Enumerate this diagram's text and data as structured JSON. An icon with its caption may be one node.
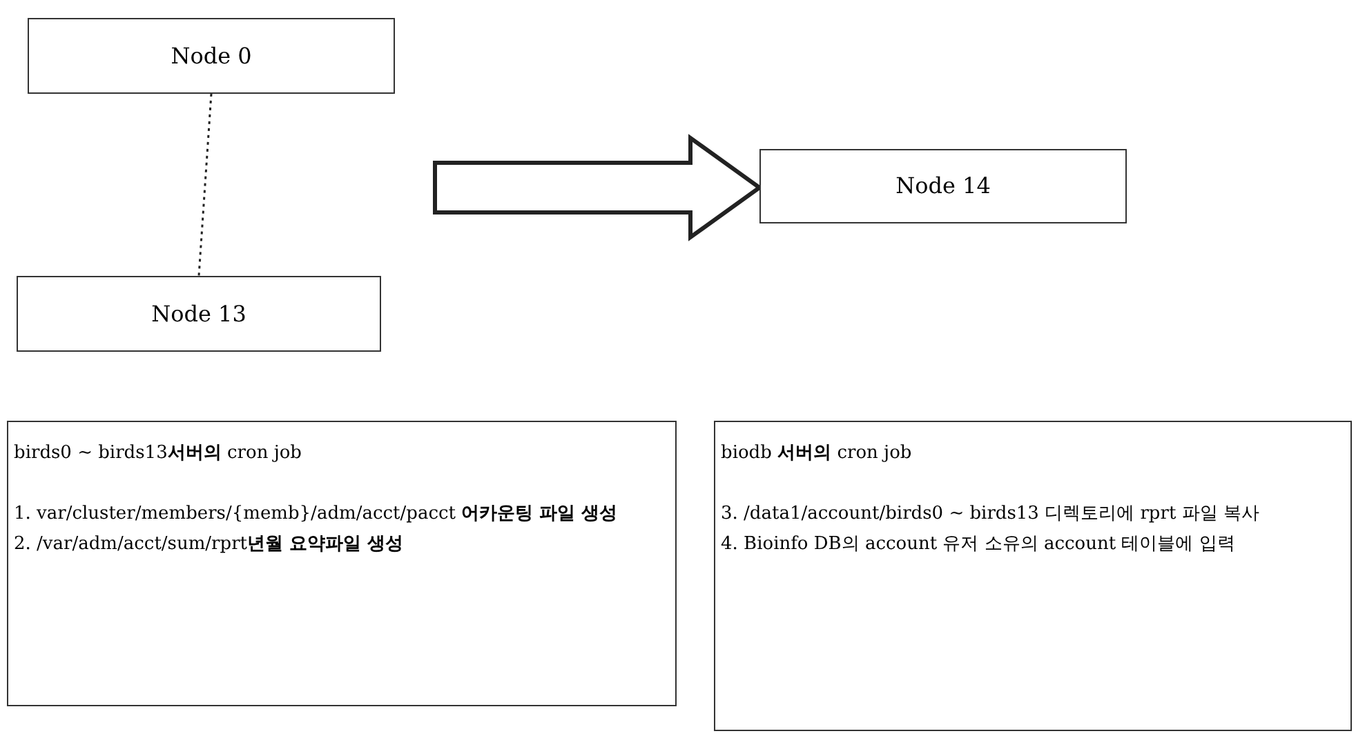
{
  "diagram": {
    "nodes": [
      {
        "text": [
          "Node 0"
        ]
      },
      {
        "text": [
          "Node 13"
        ]
      },
      {
        "text": [
          "Node 14"
        ]
      },
      {
        "text": [
          "birds0 ~ birds13**서버의** cron job",
          "1. var/cluster/members/{memb}/adm/acct/pacct **어카운팅 파일 생성**",
          "2. /var/adm/acct/sum/rprt**년월 요약파일 생성**"
        ]
      },
      {
        "text": [
          "biodb **서버의** cron job",
          "3. /data1/account/birds0 ~ birds13 디렉토리에 rprt 파일 복사",
          "4. Bioinfo DB의 account 유저 소유의 account 테이블에 입력"
        ]
      }
    ],
    "edges": [
      {
        "from": 0,
        "to": 1,
        "arrow": "none",
        "style": "dashed"
      },
      {
        "from": null,
        "to": 2,
        "arrow": "to",
        "style": "thick"
      }
    ]
  }
}
